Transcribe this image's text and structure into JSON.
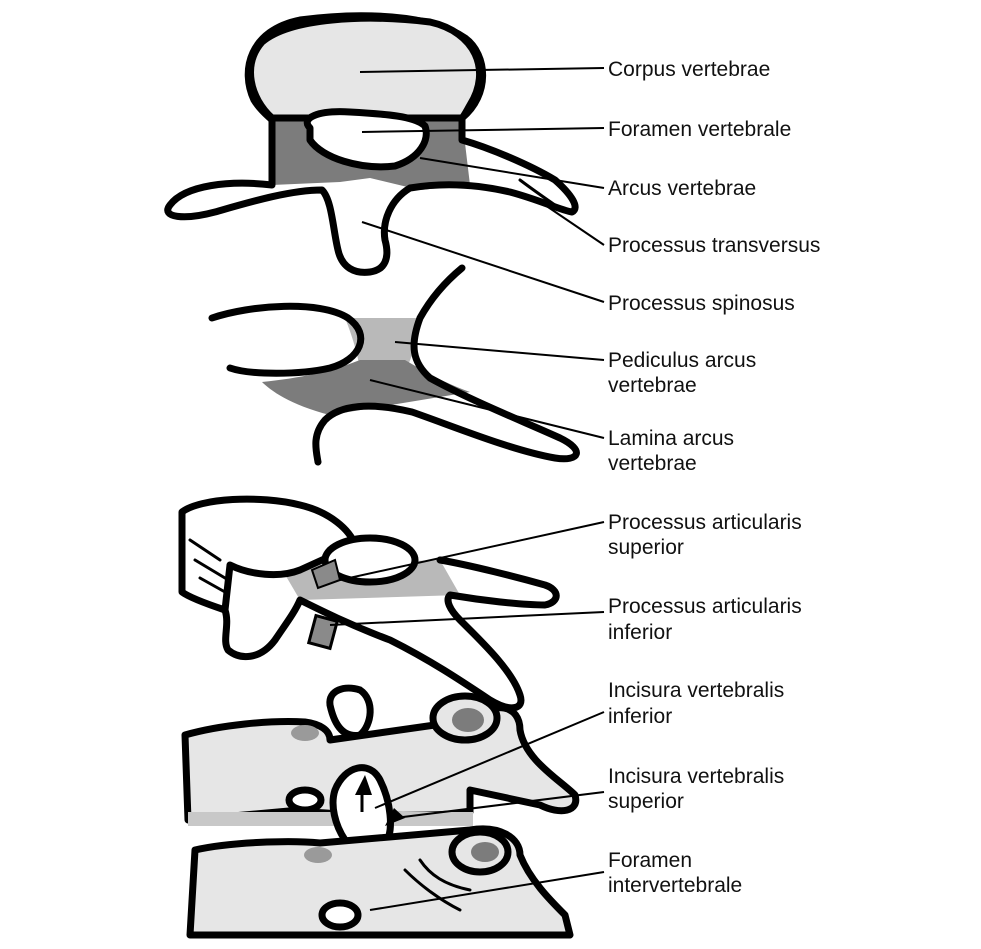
{
  "labels": {
    "corpus": "Corpus vertebrae",
    "foramen_vertebrale": "Foramen vertebrale",
    "arcus": "Arcus vertebrae",
    "transversus": "Processus transversus",
    "spinosus": "Processus spinosus",
    "pediculus_1": "Pediculus arcus",
    "pediculus_2": "vertebrae",
    "lamina_1": "Lamina arcus",
    "lamina_2": "vertebrae",
    "art_sup_1": "Processus articularis",
    "art_sup_2": "superior",
    "art_inf_1": "Processus articularis",
    "art_inf_2": "inferior",
    "inc_inf_1": "Incisura vertebralis",
    "inc_inf_2": "inferior",
    "inc_sup_1": "Incisura vertebralis",
    "inc_sup_2": "superior",
    "foramen_iv_1": "Foramen",
    "foramen_iv_2": "intervertebrale"
  },
  "colors": {
    "outline": "#000000",
    "arch_shade": "#7c7c7c",
    "pedicle_shade": "#b9b9b9",
    "body_fill": "#e6e6e6"
  }
}
